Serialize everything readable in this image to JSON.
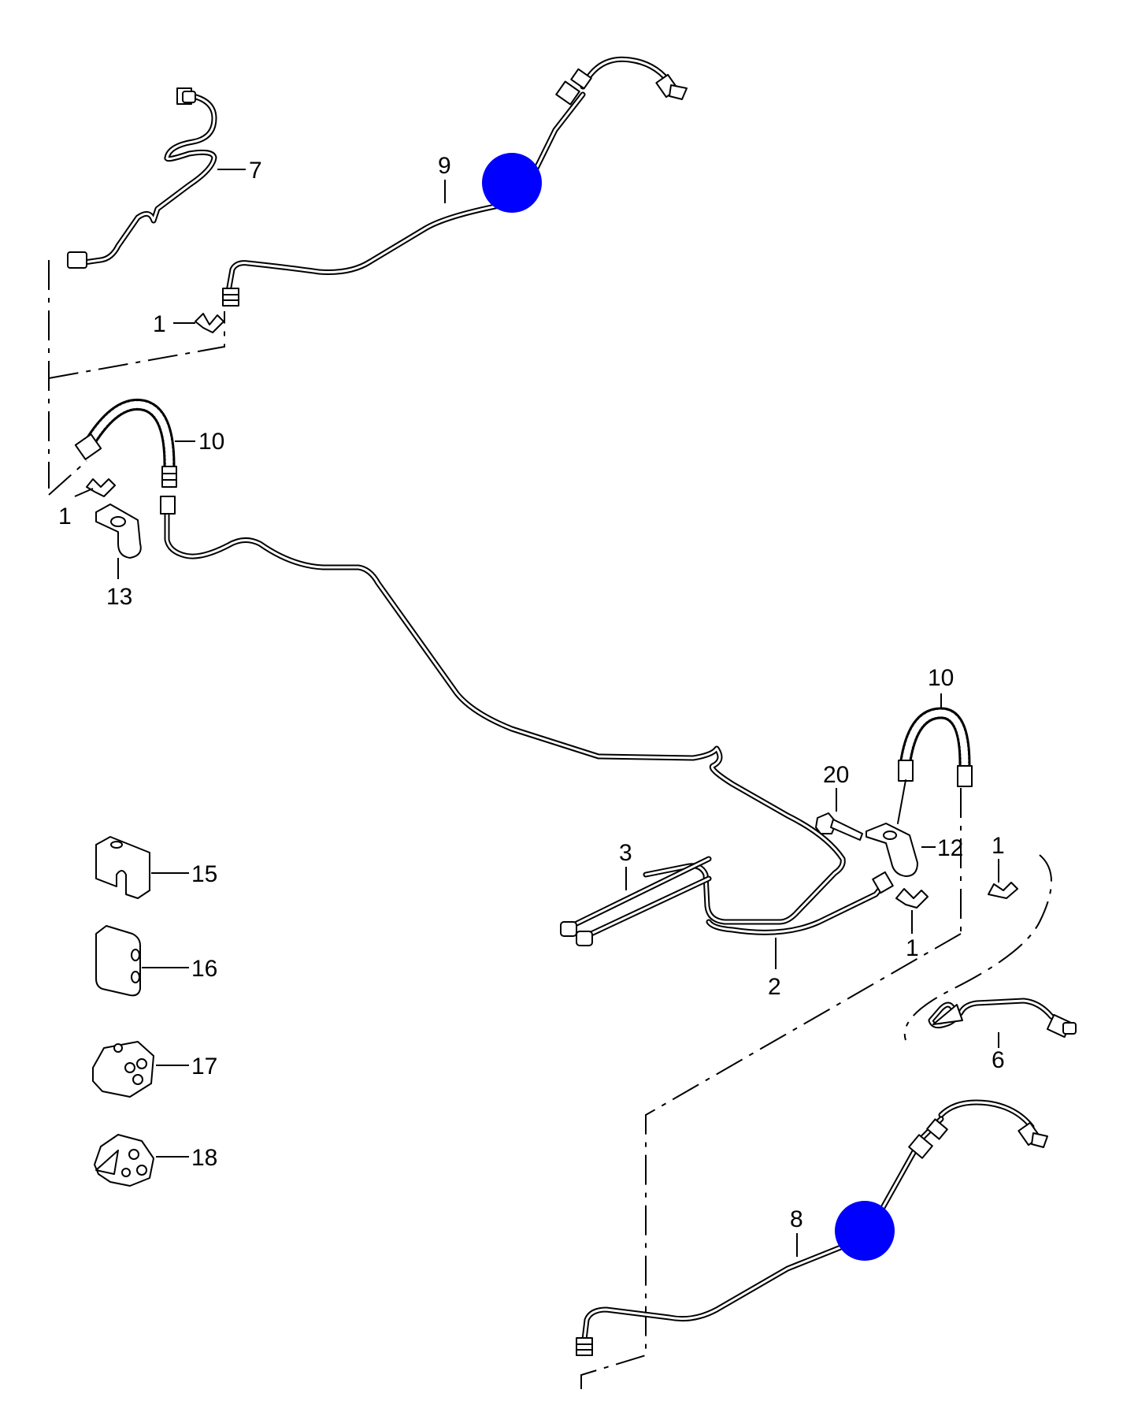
{
  "colors": {
    "line": "#000000",
    "background": "#ffffff",
    "marker": "#0000ff"
  },
  "callouts": {
    "c1a": "1",
    "c1b": "1",
    "c1c": "1",
    "c1d": "1",
    "c2": "2",
    "c3": "3",
    "c6": "6",
    "c7": "7",
    "c8": "8",
    "c9": "9",
    "c10a": "10",
    "c10b": "10",
    "c12": "12",
    "c13": "13",
    "c15": "15",
    "c16": "16",
    "c17": "17",
    "c18": "18",
    "c20": "20"
  }
}
